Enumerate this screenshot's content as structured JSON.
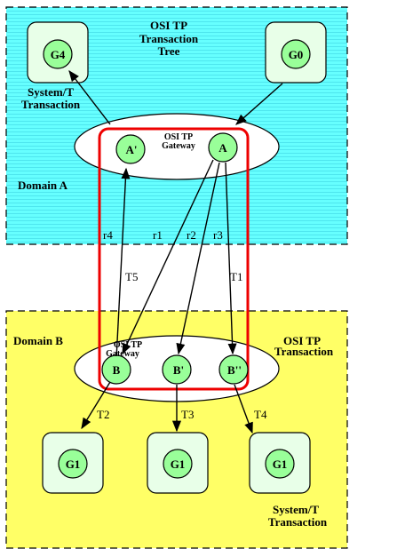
{
  "domain_a": {
    "label": "Domain A",
    "tree_title_1": "OSI TP",
    "tree_title_2": "Transaction",
    "tree_title_3": "Tree",
    "system_t_1": "System/T",
    "system_t_2": "Transaction",
    "fill_color": "#66ffff"
  },
  "domain_b": {
    "label": "Domain B",
    "osi_tp_1": "OSI TP",
    "osi_tp_2": "Transaction",
    "system_t_1": "System/T",
    "system_t_2": "Transaction",
    "fill_color": "#ffff66"
  },
  "gateway_a": {
    "line1": "OSI TP",
    "line2": "Gateway"
  },
  "gateway_b": {
    "line1": "OSI TP",
    "line2": "Gateway"
  },
  "nodes": {
    "g4": "G4",
    "g0": "G0",
    "a_prime": "A'",
    "a": "A",
    "b": "B",
    "b_prime": "B'",
    "b_dprime": "B''",
    "g1_left": "G1",
    "g1_mid": "G1",
    "g1_right": "G1"
  },
  "edge_labels": {
    "r4": "r4",
    "r1": "r1",
    "r2": "r2",
    "r3": "r3",
    "t5": "T5",
    "t1": "T1",
    "t2": "T2",
    "t3": "T3",
    "t4": "T4"
  },
  "colors": {
    "node_fill": "#99ff99",
    "box_fill": "#e8ffe8",
    "highlight": "#ee0000"
  }
}
